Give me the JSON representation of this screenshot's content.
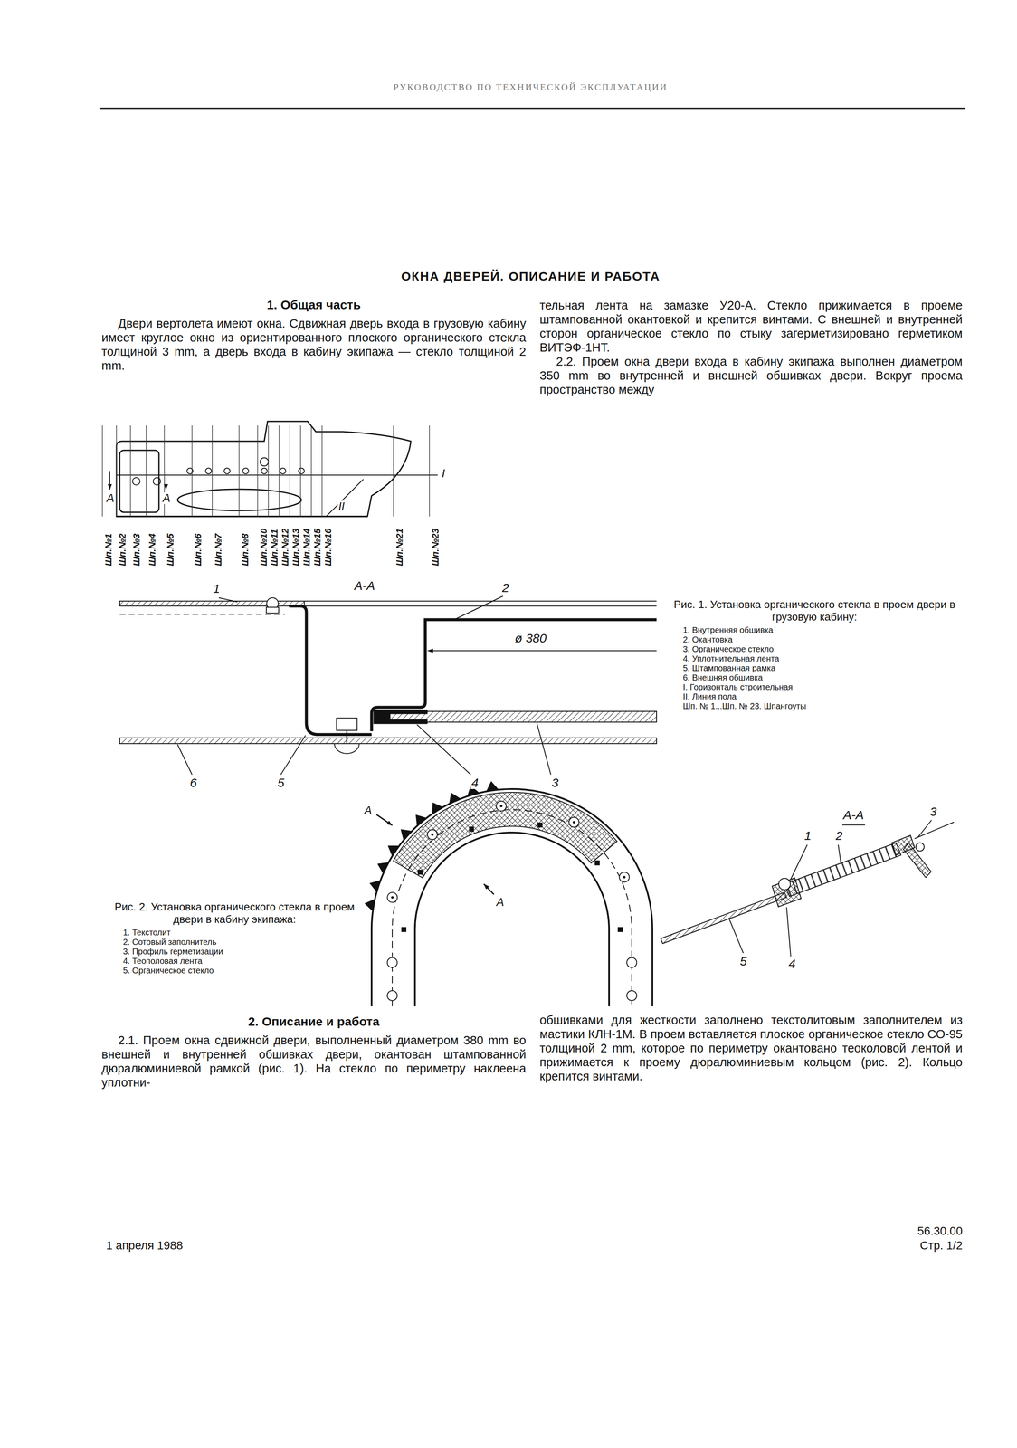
{
  "diagram": {
    "title": "ОКНА ДВЕРЕЙ. ОПИСАНИЕ И РАБОТА",
    "labels": [
      "РУКОВОДСТВО ПО ТЕХНИЧЕСКОЙ ЭКСПЛУАТАЦИИ",
      "1. Общая часть",
      "Двери вертолета имеют окна. Сдвижная дверь входа в грузовую кабину имеет круглое окно из ориентированного плоского органического стекла толщиной 3 mm, а дверь входа в кабину экипажа — стекло толщиной 2 mm.",
      "тельная лента на замазке У20-А. Стекло прижимается в проеме штампованной окантовкой и крепится винтами. С внешней и внутренней сторон органическое стекло по стыку загерметизировано герметиком ВИТЭФ-1НТ.",
      "2.2. Проем окна двери входа в кабину экипажа выполнен диаметром 350 mm во внутренней и внешней обшивках двери. Вокруг проема пространство между",
      "Шп.№1",
      "Шп.№2",
      "Шп.№3",
      "Шп.№4",
      "Шп.№5",
      "Шп.№6",
      "Шп.№7",
      "Шп.№8",
      "Шп.№10",
      "Шп.№11",
      "Шп.№12",
      "Шп.№13",
      "Шп.№14",
      "Шп.№15",
      "Шп.№16",
      "Шп.№21",
      "Шп.№23",
      "А",
      "А",
      "I",
      "II",
      "А-А",
      "1",
      "2",
      "ø 380",
      "6",
      "5",
      "4",
      "3",
      "Рис. 1. Установка органического стекла в проем двери в грузовую кабину:",
      "1. Внутренняя обшивка",
      "2. Окантовка",
      "3. Органическое стекло",
      "4. Уплотнительная лента",
      "5. Штампованная рамка",
      "6. Внешняя обшивка",
      "I. Горизонталь строительная",
      "II. Линия пола",
      "Шп. № 1...Шп. № 23. Шпангоуты",
      "А",
      "А",
      "А-А",
      "1",
      "2",
      "3",
      "5",
      "4",
      "Рис. 2. Установка органического стекла в проем двери в кабину экипажа:",
      "1. Текстолит",
      "2. Сотовый заполнитель",
      "3. Профиль герметизации",
      "4. Теополовая лента",
      "5. Органическое стекло",
      "2. Описание и работа",
      "2.1. Проем окна сдвижной двери, выполненный диаметром 380 mm во внешней и внутренней обшивках двери, окантован штампованной дюралюминиевой рамкой (рис. 1). На стекло по периметру наклеена уплотни-",
      "обшивками для жесткости заполнено текстолитовым заполнителем из мастики КЛН-1М. В проем вставляется плоское органическое стекло СО-95 толщиной 2 mm, которое по периметру окантовано теоколовой лентой и прижимается к проему дюралюминиевым кольцом (рис. 2). Кольцо крепится винтами.",
      "1 апреля 1988",
      "56.30.00",
      "Стр. 1/2"
    ]
  }
}
